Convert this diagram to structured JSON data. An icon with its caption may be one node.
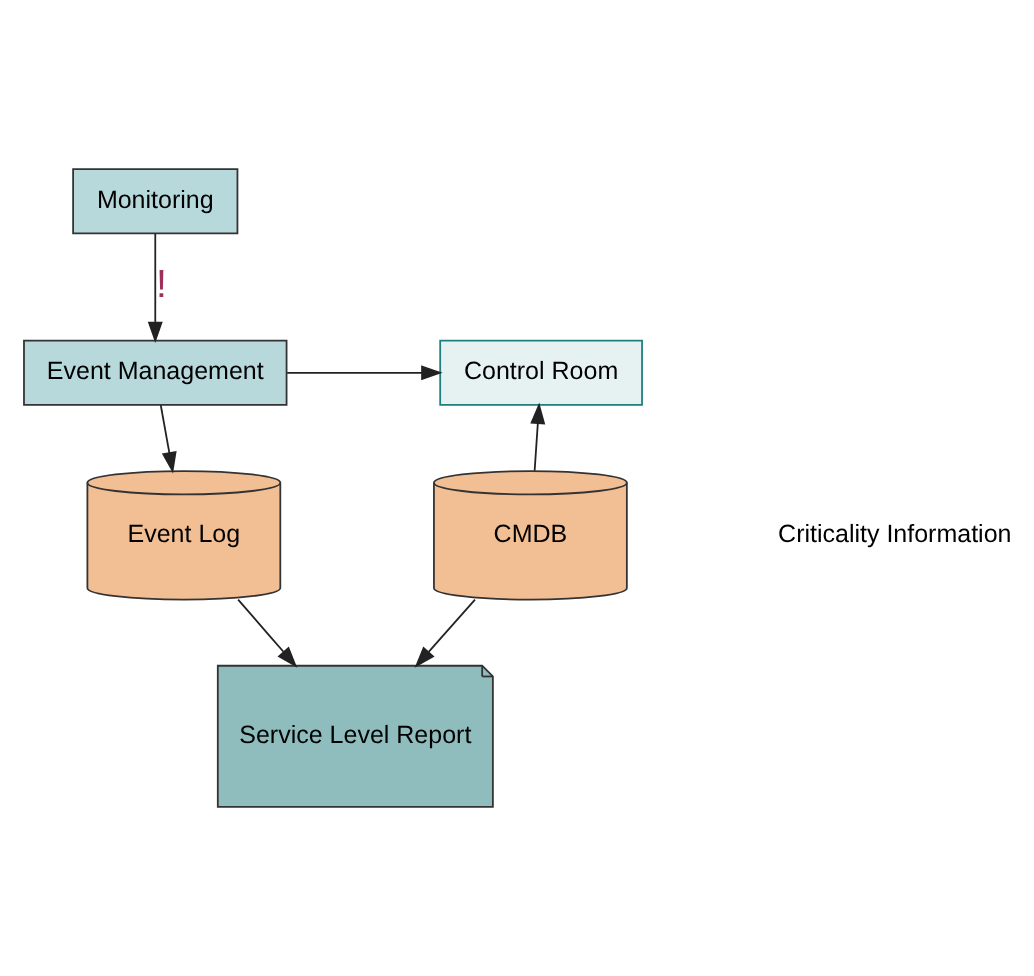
{
  "diagram": {
    "nodes": [
      {
        "text": [
          "Monitoring"
        ]
      },
      {
        "text": [
          "Event Management"
        ]
      },
      {
        "text": [
          "Control Room"
        ]
      },
      {
        "text": [
          "Event Log"
        ]
      },
      {
        "text": [
          "CMDB"
        ]
      },
      {
        "text": [
          "Service Level Report"
        ]
      }
    ],
    "edges": [
      {
        "from": 0,
        "to": 1,
        "arrow": "to",
        "label": "!"
      },
      {
        "from": 1,
        "to": 2,
        "arrow": "to"
      },
      {
        "from": 4,
        "to": 2,
        "arrow": "to"
      },
      {
        "from": 1,
        "to": 3,
        "arrow": "to"
      },
      {
        "from": 3,
        "to": 5,
        "arrow": "to"
      },
      {
        "from": 4,
        "to": 5,
        "arrow": "to"
      }
    ],
    "labels": [
      "Criticality Information"
    ]
  }
}
